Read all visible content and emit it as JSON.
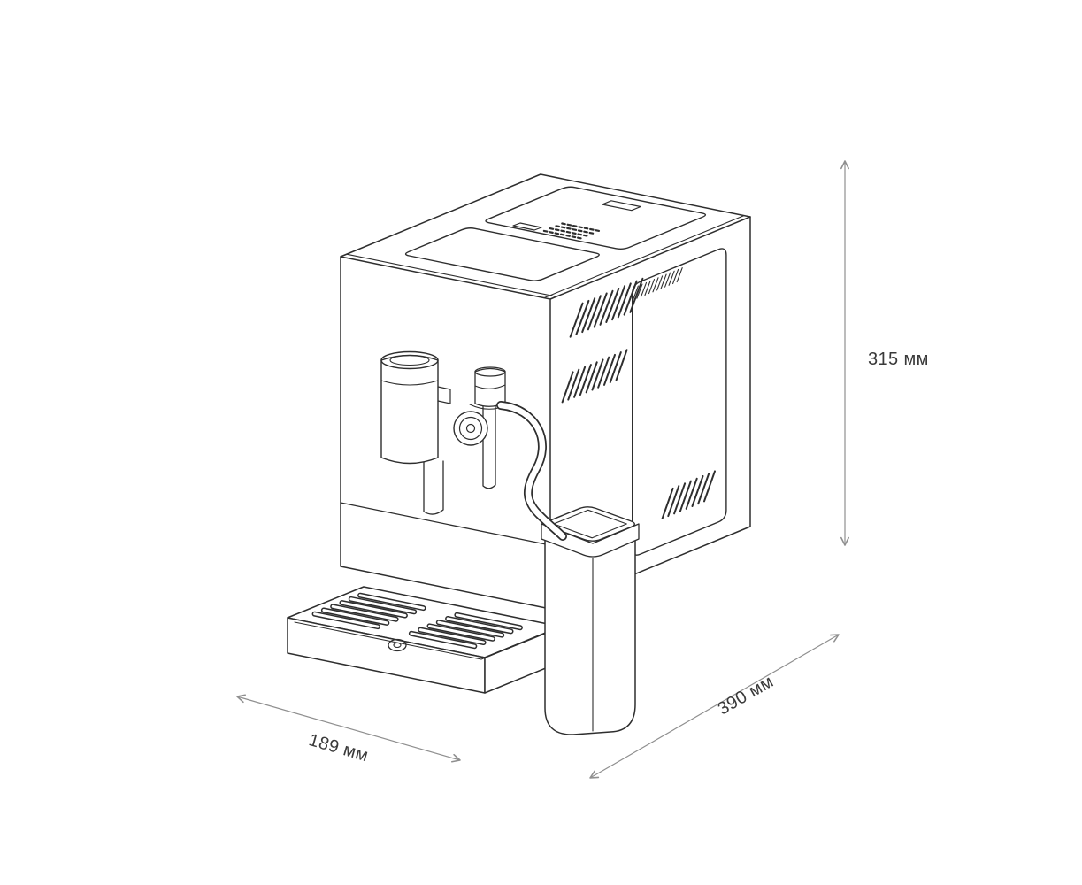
{
  "diagram": {
    "subject": "Automatic coffee machine — isometric dimensional drawing",
    "dimensions": {
      "height": {
        "label": "315 мм"
      },
      "depth": {
        "label": "390 мм"
      },
      "width": {
        "label": "189 мм"
      }
    },
    "colors": {
      "background": "#ffffff",
      "machine_line": "#2e2e2e",
      "dimension_line": "#8f8f8f",
      "label_text": "#3a3a3a"
    }
  }
}
